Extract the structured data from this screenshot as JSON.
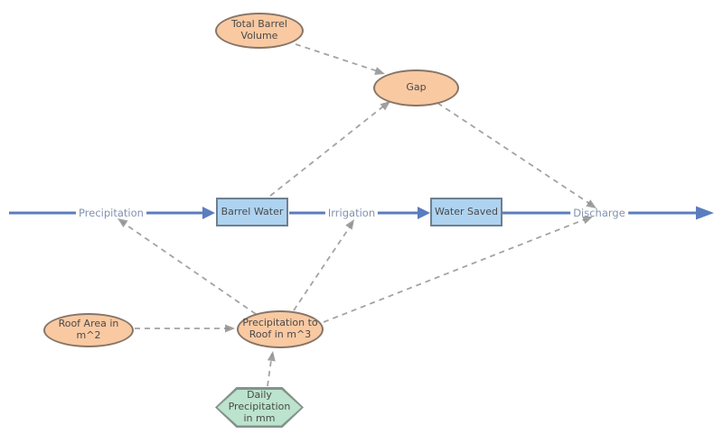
{
  "diagram_type": "stock-and-flow system dynamics model",
  "nodes": {
    "total_barrel_volume": {
      "label": "Total Barrel\nVolume",
      "shape": "ellipse",
      "role": "variable"
    },
    "gap": {
      "label": "Gap",
      "shape": "ellipse",
      "role": "variable"
    },
    "barrel_water": {
      "label": "Barrel Water",
      "shape": "rectangle",
      "role": "stock"
    },
    "water_saved": {
      "label": "Water Saved",
      "shape": "rectangle",
      "role": "stock"
    },
    "roof_area": {
      "label": "Roof Area in m^2",
      "shape": "ellipse",
      "role": "variable"
    },
    "precip_to_roof": {
      "label": "Precipitation to\nRoof in m^3",
      "shape": "ellipse",
      "role": "variable"
    },
    "daily_precip": {
      "label": "Daily\nPrecipitation\nin mm",
      "shape": "hexagon",
      "role": "input"
    }
  },
  "flows": {
    "precipitation": {
      "label": "Precipitation"
    },
    "irrigation": {
      "label": "Irrigation"
    },
    "discharge": {
      "label": "Discharge"
    }
  },
  "flow_chain": [
    "Precipitation",
    "Barrel Water",
    "Irrigation",
    "Water Saved",
    "Discharge"
  ],
  "edges": [
    {
      "from": "Total Barrel Volume",
      "to": "Gap",
      "style": "dashed"
    },
    {
      "from": "Barrel Water",
      "to": "Gap",
      "style": "dashed"
    },
    {
      "from": "Gap",
      "to": "Discharge",
      "style": "dashed"
    },
    {
      "from": "Precipitation to Roof in m^3",
      "to": "Precipitation",
      "style": "dashed"
    },
    {
      "from": "Precipitation to Roof in m^3",
      "to": "Irrigation",
      "style": "dashed"
    },
    {
      "from": "Precipitation to Roof in m^3",
      "to": "Discharge",
      "style": "dashed"
    },
    {
      "from": "Roof Area in m^2",
      "to": "Precipitation to Roof in m^3",
      "style": "dashed"
    },
    {
      "from": "Daily Precipitation in mm",
      "to": "Precipitation to Roof in m^3",
      "style": "dashed"
    }
  ],
  "colors": {
    "background": "#FFFFFF",
    "flow_line": "#5B7DBE",
    "flow_label_text": "#8292B0",
    "variable_fill": "#F9C9A2",
    "variable_border": "#877568",
    "stock_fill": "#AED3F1",
    "stock_border": "#6F7F8F",
    "hexagon_fill": "#BCE3CD",
    "hexagon_border": "#83938A",
    "connector": "#A3A3A3",
    "node_text": "#4A4A4A"
  }
}
